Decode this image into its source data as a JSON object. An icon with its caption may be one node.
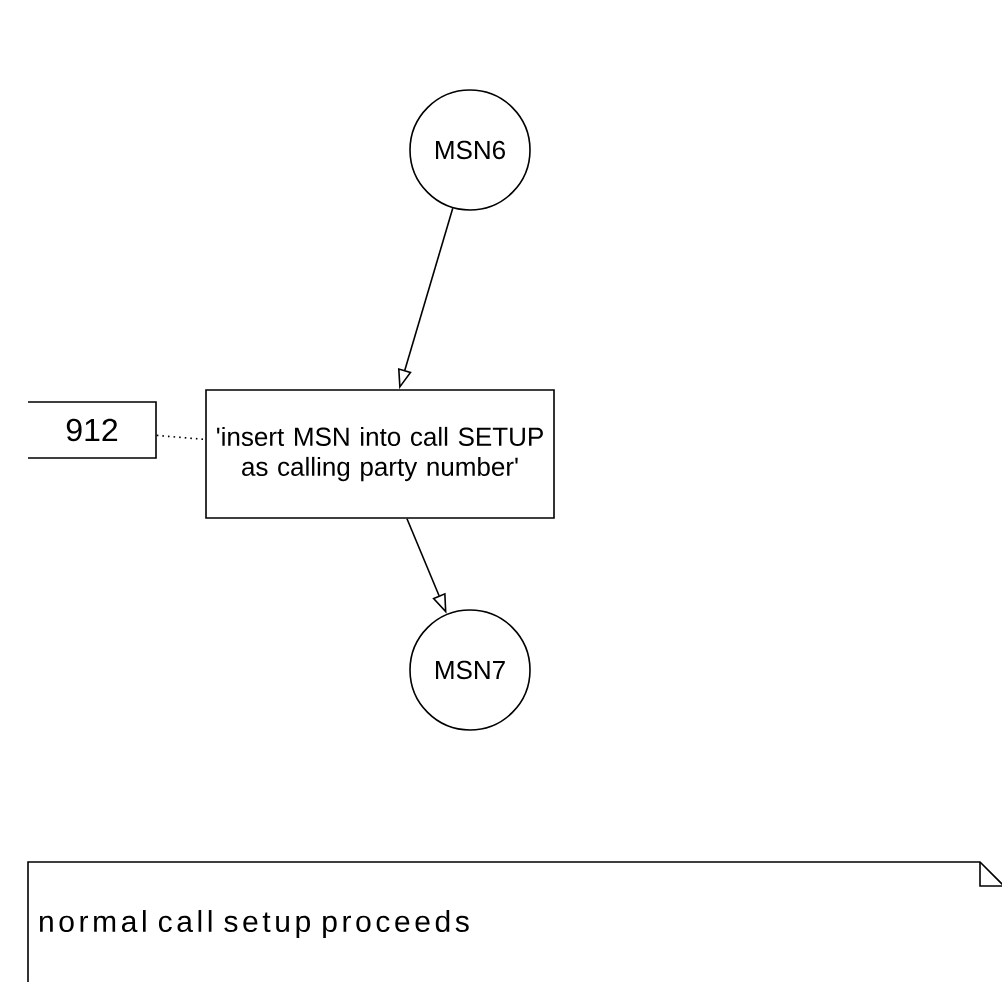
{
  "diagram": {
    "nodes": [
      {
        "text": [
          "MSN6"
        ]
      },
      {
        "text": [
          "'insert MSN into call SETUP as calling party number'"
        ]
      },
      {
        "text": [
          "912"
        ]
      },
      {
        "text": [
          "MSN7"
        ]
      },
      {
        "text": [
          "normal call setup proceeds"
        ]
      }
    ],
    "edges": [
      {
        "from": 0,
        "to": 1,
        "arrow": "to"
      },
      {
        "from": 1,
        "to": 3,
        "arrow": "to"
      },
      {
        "from": 2,
        "to": 1,
        "arrow": "none",
        "style": "dashed"
      }
    ]
  }
}
